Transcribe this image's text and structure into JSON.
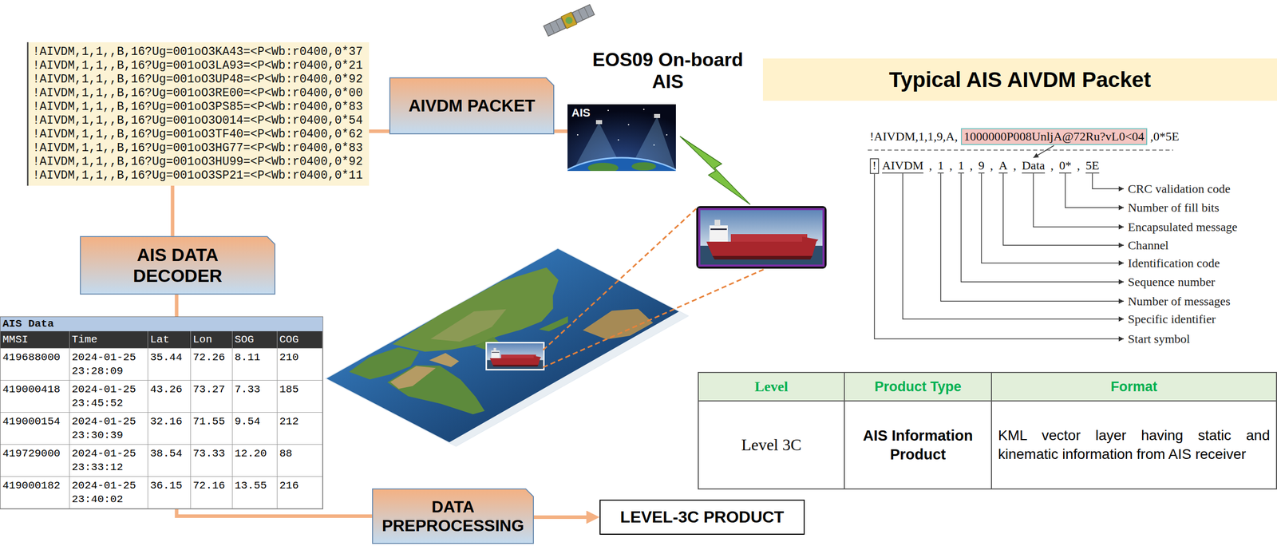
{
  "diagram": {
    "nodes": [
      {
        "text": [
          "!AIVDM,1,1,,B,16?Ug=001oO3KA43=<P<Wb:r0400,0*37",
          "!AIVDM,1,1,,B,16?Ug=001oO3LA93=<P<Wb:r0400,0*21",
          "!AIVDM,1,1,,B,16?Ug=001oO3UP48=<P<Wb:r0400,0*92",
          "!AIVDM,1,1,,B,16?Ug=001oO3RE00=<P<Wb:r0400,0*00",
          "!AIVDM,1,1,,B,16?Ug=001oO3PS85=<P<Wb:r0400,0*83",
          "!AIVDM,1,1,,B,16?Ug=001oO3O014=<P<Wb:r0400,0*54",
          "!AIVDM,1,1,,B,16?Ug=001oO3TF40=<P<Wb:r0400,0*62",
          "!AIVDM,1,1,,B,16?Ug=001oO3HG77=<P<Wb:r0400,0*83",
          "!AIVDM,1,1,,B,16?Ug=001oO3HU99=<P<Wb:r0400,0*92",
          "!AIVDM,1,1,,B,16?Ug=001oO3SP21=<P<Wb:r0400,0*11"
        ]
      },
      {
        "text": [
          "AIVDM PACKET"
        ]
      },
      {
        "text": [
          "EOS09 On-board AIS",
          "AIS"
        ]
      },
      {
        "text": [
          "AIS DATA DECODER"
        ]
      },
      {
        "text": [
          "AIS Data"
        ]
      },
      {
        "text": [
          "DATA PREPROCESSING"
        ]
      },
      {
        "text": [
          "LEVEL-3C PRODUCT"
        ]
      },
      {
        "text": [
          "Typical AIS AIVDM Packet"
        ]
      }
    ],
    "edges": [
      {
        "from": 2,
        "to": 1,
        "arrow": "none"
      },
      {
        "from": 1,
        "to": 0,
        "arrow": "none"
      },
      {
        "from": 0,
        "to": 3,
        "arrow": "none"
      },
      {
        "from": 3,
        "to": 4,
        "arrow": "none"
      },
      {
        "from": 4,
        "to": 5,
        "arrow": "none"
      },
      {
        "from": 5,
        "to": 6,
        "arrow": "to"
      }
    ],
    "labels": [
      "MMSI",
      "Time",
      "Lat",
      "Lon",
      "SOG",
      "COG",
      "419688000",
      "2024-01-25 23:28:09",
      "35.44",
      "72.26",
      "8.11",
      "210",
      "419000418",
      "2024-01-25 23:45:52",
      "43.26",
      "73.27",
      "7.33",
      "185",
      "419000154",
      "2024-01-25 23:30:39",
      "32.16",
      "71.55",
      "9.54",
      "212",
      "419729000",
      "2024-01-25 23:33:12",
      "38.54",
      "73.33",
      "12.20",
      "88",
      "419000182",
      "2024-01-25 23:40:02",
      "36.15",
      "72.16",
      "13.55",
      "216",
      "!AIVDM,1,1,9,A,",
      "1000000P008UnljA@72Ru?vL0<04",
      ",0*5E",
      "!",
      "AIVDM",
      ",",
      "1",
      ",",
      "1",
      ",",
      "9",
      ",",
      "A",
      ",",
      "Data",
      ",",
      "0*",
      ",",
      "5E",
      "CRC validation code",
      "Number of fill bits",
      "Encapsulated message",
      "Channel",
      "Identification code",
      "Sequence number",
      "Number of messages",
      "Specific identifier",
      "Start symbol",
      "Level",
      "Product Type",
      "Format",
      "Level 3C",
      "AIS Information Product",
      "KML vector layer having static and kinematic information from AIS receiver"
    ]
  }
}
